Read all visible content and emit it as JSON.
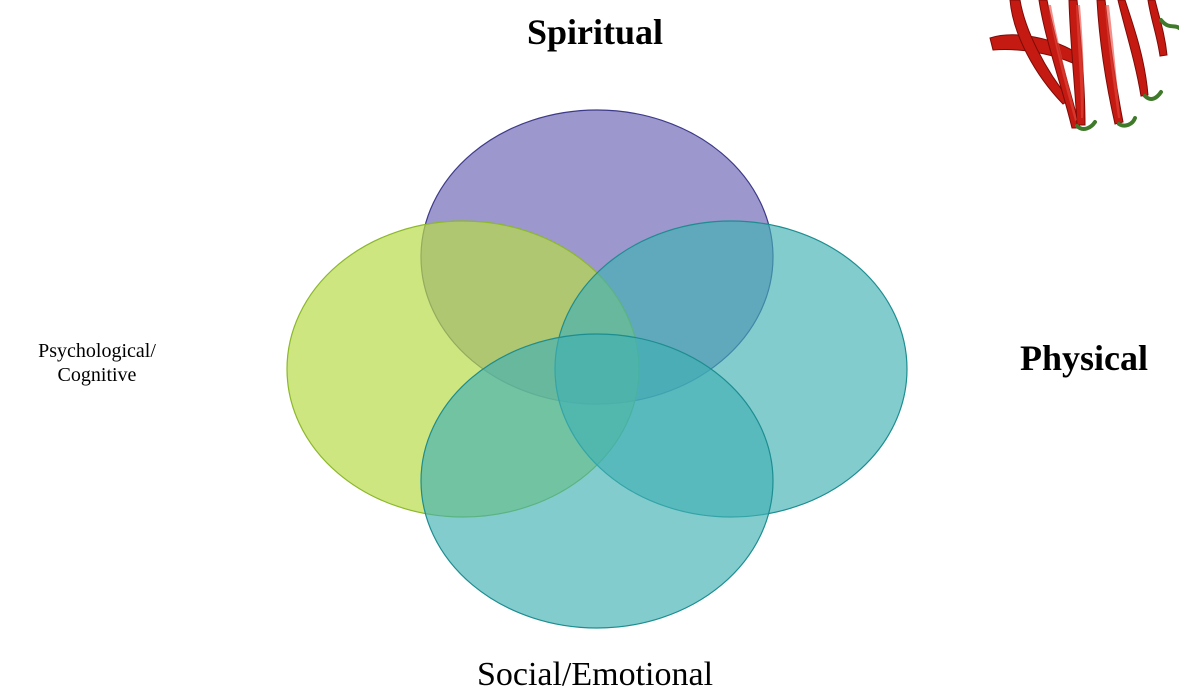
{
  "diagram": {
    "type": "venn",
    "circles": [
      {
        "id": "spiritual",
        "label": "Spiritual",
        "color": "#7b74bb"
      },
      {
        "id": "psychological-cognitive",
        "label_lines": [
          "Psychological/",
          "Cognitive"
        ],
        "color": "#c2e05f"
      },
      {
        "id": "physical",
        "label": "Physical",
        "color": "#5ebdc0"
      },
      {
        "id": "social-emotional",
        "label": "Social/Emotional",
        "color": "#5ebdc0"
      }
    ]
  },
  "decoration": {
    "image_icon": "red-chili-peppers-icon",
    "pepper_color": "#c41a12",
    "stem_color": "#3f7a2a"
  }
}
